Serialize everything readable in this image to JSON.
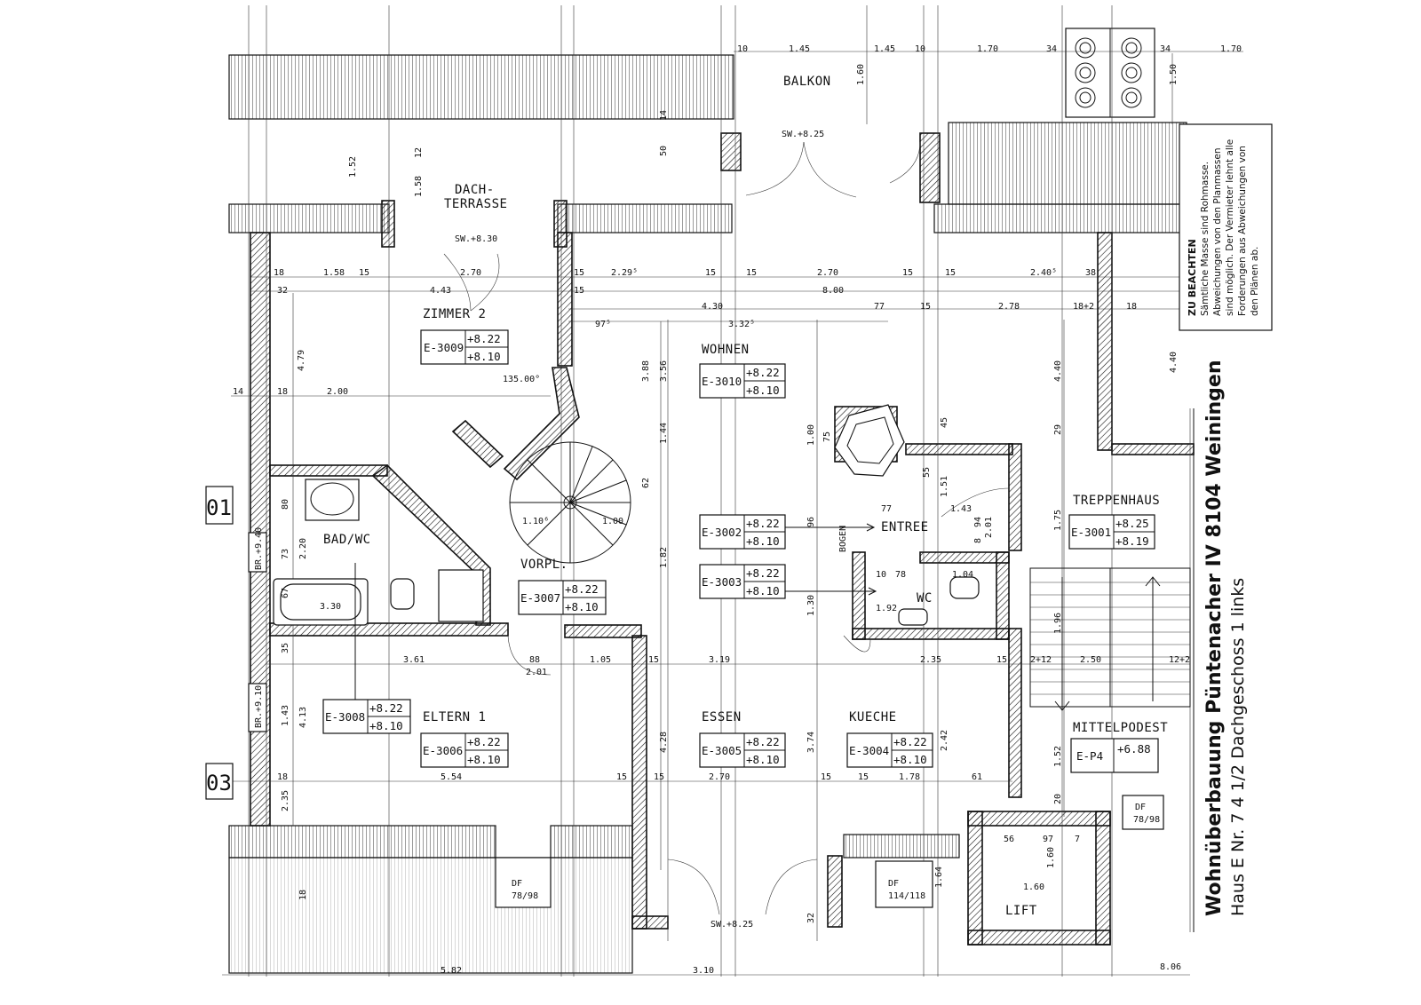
{
  "title": {
    "line1": "Wohnüberbauung Püntenacher IV 8104 Weiningen",
    "line2": "Haus E  Nr. 7    4 1/2     Dachgeschoss 1 links"
  },
  "note": {
    "heading": "ZU BEACHTEN",
    "lines": [
      "Sämtliche Masse sind Rohmasse.",
      "Abweichungen von den Planmassen",
      "sind möglich. Der Vermieter lehnt alle",
      "Forderungen aus Abweichungen von",
      "den Plänen ab."
    ]
  },
  "rooms": {
    "balkon": "BALKON",
    "dachterrasse_1": "DACH-",
    "dachterrasse_2": "TERRASSE",
    "zimmer2": "ZIMMER 2",
    "wohnen": "WOHNEN",
    "bad": "BAD/WC",
    "vorpl": "VORPL.",
    "entree": "ENTREE",
    "wc": "WC",
    "treppenhaus": "TREPPENHAUS",
    "eltern": "ELTERN 1",
    "essen": "ESSEN",
    "kueche": "KUECHE",
    "mittelpodest": "MITTELPODEST",
    "lift": "LIFT",
    "bogen": "BOGEN"
  },
  "codes": [
    {
      "id": "E-3009",
      "h1": "+8.22",
      "h2": "+8.10"
    },
    {
      "id": "E-3010",
      "h1": "+8.22",
      "h2": "+8.10"
    },
    {
      "id": "E-3002",
      "h1": "+8.22",
      "h2": "+8.10"
    },
    {
      "id": "E-3003",
      "h1": "+8.22",
      "h2": "+8.10"
    },
    {
      "id": "E-3001",
      "h1": "+8.25",
      "h2": "+8.19"
    },
    {
      "id": "E-3007",
      "h1": "+8.22",
      "h2": "+8.10"
    },
    {
      "id": "E-3008",
      "h1": "+8.22",
      "h2": "+8.10"
    },
    {
      "id": "E-3006",
      "h1": "+8.22",
      "h2": "+8.10"
    },
    {
      "id": "E-3005",
      "h1": "+8.22",
      "h2": "+8.10"
    },
    {
      "id": "E-3004",
      "h1": "+8.22",
      "h2": "+8.10"
    },
    {
      "id": "E-P4",
      "h1": "+6.88",
      "h2": ""
    }
  ],
  "sills": {
    "sw_top": "SW.+8.25",
    "sw_terr": "SW.+8.30",
    "sw_bottom": "SW.+8.25",
    "br1": "BR.+9.40",
    "br2": "BR.+9.10"
  },
  "df": {
    "df1a": "DF",
    "df1b": "78/98",
    "df2a": "DF",
    "df2b": "114/118",
    "df3a": "DF",
    "df3b": "78/98"
  },
  "sheet_marks": {
    "m1": "01",
    "m2": "03"
  },
  "angle": "135.00°",
  "dims_top": [
    "10",
    "1.45",
    "1.45",
    "10",
    "1.70",
    "34",
    "34",
    "1.70"
  ],
  "dims_row1": [
    "18",
    "1.58",
    "15",
    "2.70",
    "15",
    "2.29⁵",
    "15",
    "15",
    "2.70",
    "15",
    "15",
    "2.40⁵",
    "38"
  ],
  "dims_row2": [
    "32",
    "4.43",
    "15",
    "8.00"
  ],
  "dims_row3": [
    "4.30",
    "77",
    "15",
    "2.78",
    "18+2",
    "18"
  ],
  "dims_row4": [
    "97⁵",
    "3.32⁵"
  ],
  "dims_mid": [
    "3.61",
    "88",
    "1.05",
    "15",
    "3.19",
    "2.35",
    "15",
    "2+12",
    "2.50",
    "12+2"
  ],
  "dims_low": [
    "18",
    "5.54",
    "15",
    "15",
    "2.70",
    "15",
    "15",
    "1.78",
    "61"
  ],
  "dims_bottom": [
    "5.82",
    "3.10",
    "8.06"
  ],
  "dims_misc": {
    "d_152": "1.52",
    "d_158": "1.58",
    "d_12": "12",
    "d_479": "4.79",
    "d_200": "2.00",
    "d_14a": "14",
    "d_18a": "18",
    "d_388": "3.88",
    "d_356": "3.56",
    "d_144": "1.44",
    "d_62": "62",
    "d_182": "1.82",
    "d_428": "4.28",
    "d_374": "3.74",
    "d_130": "1.30",
    "d_96": "96",
    "d_100": "1.00",
    "d_75": "75",
    "d_440": "4.40",
    "d_440b": "4.40",
    "d_29": "29",
    "d_175": "1.75",
    "d_196": "1.96",
    "d_152b": "1.52",
    "d_20": "20",
    "d_330": "3.30",
    "d_220": "2.20",
    "d_80": "80",
    "d_73": "73",
    "d_67": "67",
    "d_143": "1.43",
    "d_413": "4.13",
    "d_235": "2.35",
    "d_100b": "1.00",
    "d_201": "2.01",
    "d_110": "1.10⁶",
    "d_104": "1.04",
    "d_192": "1.92",
    "d_78": "78",
    "d_143b": "1.43",
    "d_77": "77",
    "d_160": "1.60",
    "d_160b": "1.60",
    "d_56": "56",
    "d_97": "97",
    "d_7": "7",
    "d_164": "1.64",
    "d_242": "2.42",
    "d_50": "50",
    "d_14b": "14",
    "d_160c": "1.60",
    "d_150": "1.50",
    "d_45": "45",
    "d_55": "55",
    "d_151": "1.51",
    "d_201b": "2.01",
    "d_94": "94",
    "d_8": "8",
    "d_10": "10",
    "d_35": "35",
    "d_32": "32",
    "d_18b": "18"
  }
}
